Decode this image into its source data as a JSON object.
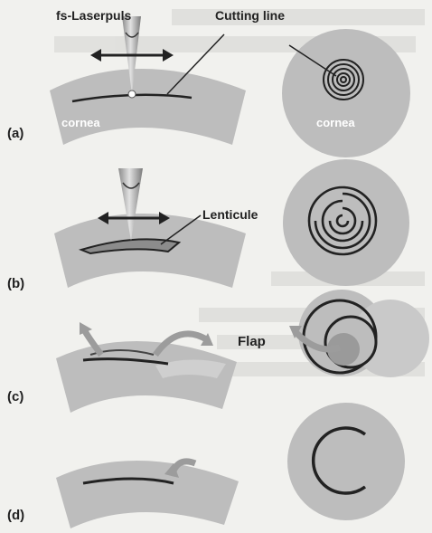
{
  "figure": {
    "labels": {
      "laser": "fs-Laserpuls",
      "cutting_line": "Cutting line",
      "cornea_left": "cornea",
      "cornea_right": "cornea",
      "lenticule": "Lenticule",
      "flap": "Flap"
    },
    "panels": [
      {
        "letter": "(a)"
      },
      {
        "letter": "(b)"
      },
      {
        "letter": "(c)"
      },
      {
        "letter": "(d)"
      }
    ],
    "colors": {
      "paper": "#f1f1ee",
      "cornea": "#bdbdbd",
      "inner_disc": "#9a9a9a",
      "cut": "#222222",
      "laser": "#c8c8c8"
    }
  }
}
